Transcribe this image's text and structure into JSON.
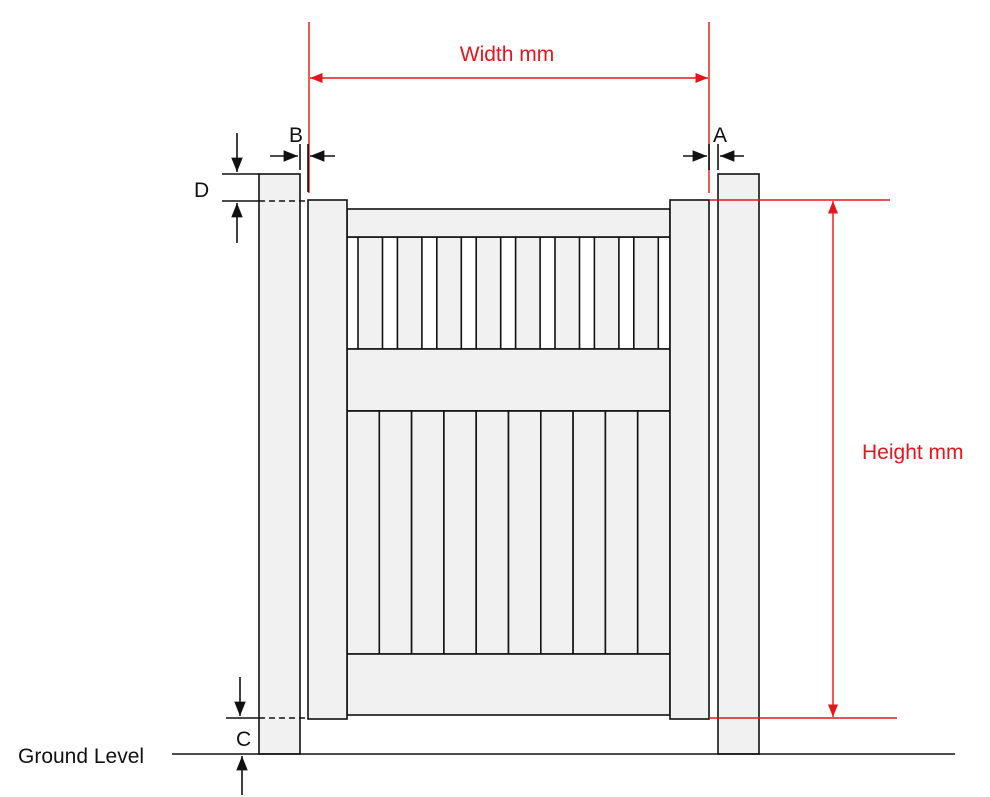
{
  "labels": {
    "width": "Width mm",
    "height": "Height mm",
    "a": "A",
    "b": "B",
    "c": "C",
    "d": "D",
    "ground": "Ground Level"
  },
  "colors": {
    "dimension": "#e8141b",
    "panel": "#f1f1f1",
    "line": "#111111"
  },
  "gate": {
    "upper_pickets": 8,
    "lower_boards": 10
  }
}
